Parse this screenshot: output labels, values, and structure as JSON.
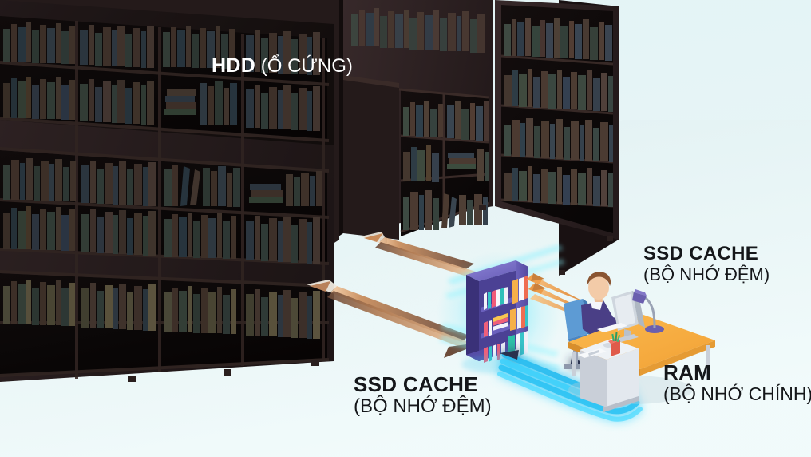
{
  "diagram": {
    "title_visible": false,
    "background_color": "#e4f3f5",
    "floor_color": "#eef7f8",
    "labels": {
      "hdd": {
        "main": "HDD",
        "sub": " (Ổ CỨNG)"
      },
      "ssd_cache_right": {
        "main": "SSD CACHE",
        "sub": "(BỘ NHỚ ĐỆM)"
      },
      "ssd_cache_left": {
        "main": "SSD CACHE",
        "sub": "(BỘ NHỚ ĐỆM)"
      },
      "ram": {
        "main": "RAM",
        "sub": "(BỘ NHỚ CHÍNH)"
      }
    },
    "elements": {
      "hdd_shelves": "large-dark-library-bookshelves",
      "ssd_shelf": "small-glowing-blue-bookshelf",
      "workstation": "person-at-desk-with-monitor-and-lamp"
    },
    "flows": [
      {
        "name": "hdd-to-ssd",
        "color": "#b5825c",
        "direction": "bidirectional",
        "style": "straight-arrow"
      },
      {
        "name": "ssd-to-ram",
        "color": "#c9874f",
        "direction": "bidirectional",
        "style": "straight-arrow"
      },
      {
        "name": "ram-to-ssd-fast",
        "color": "#2ec4f3",
        "direction": "bidirectional",
        "style": "curved-glow-arrow"
      }
    ],
    "colors": {
      "accent_cyan": "#2ec4f3",
      "accent_orange": "#f7a53b",
      "shelf_blue": "#4a4192",
      "desk_orange": "#f5a93c",
      "hdd_wood": "#3a2e2a",
      "text": "#15171a"
    }
  }
}
